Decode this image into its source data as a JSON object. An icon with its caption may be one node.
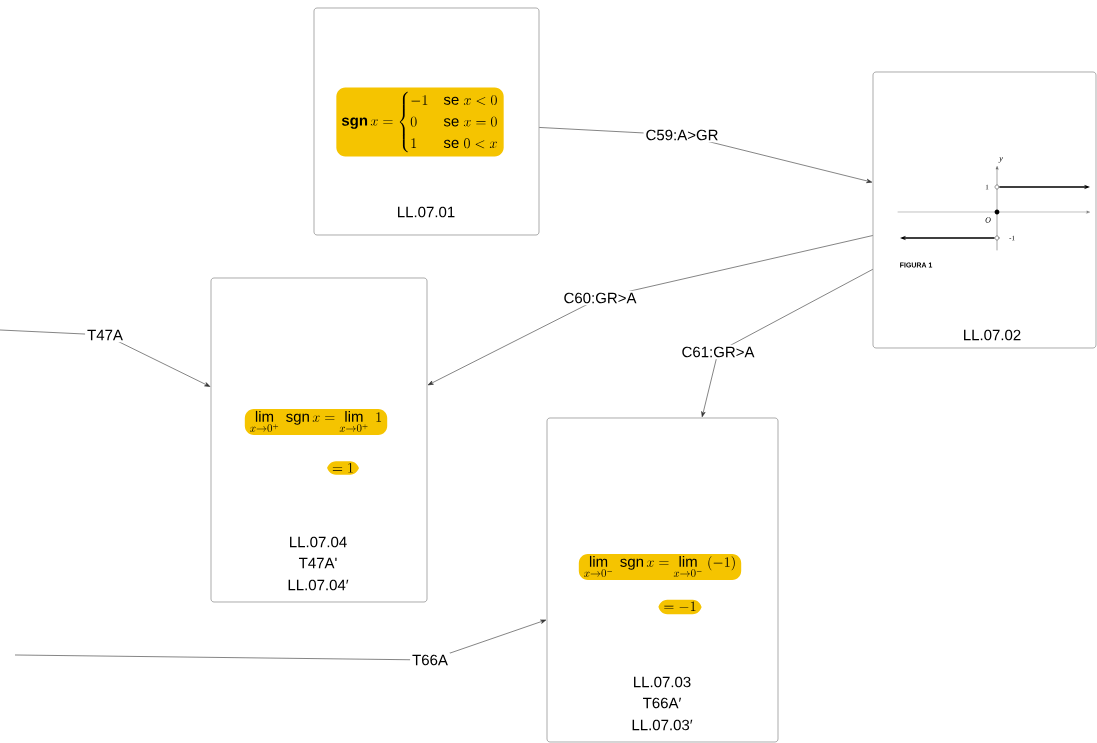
{
  "diagram": {
    "nodes": [
      {
        "text": [
          "\\mathbf{sgn}\\,x=\\begin{cases}-1 & \\mathrm{se}\\ x<0\\\\ 0 & \\mathrm{se}\\ x=0\\\\ 1 & \\mathrm{se}\\ 0<x\\end{cases}",
          "LL.07.01"
        ]
      },
      {
        "text": [
          "FIGURA 1",
          "LL.07.02"
        ]
      },
      {
        "text": [
          "\\lim\\limits_{x\\to0^+}\\ \\mathrm{sgn}\\,x=\\lim\\limits_{x\\to0^+}\\ 1",
          "=1",
          "LL.07.04",
          "T47A'",
          "LL.07.04′"
        ]
      },
      {
        "text": [
          "\\lim\\limits_{x\\to0^-}\\ \\mathrm{sgn}\\,x=\\lim\\limits_{x\\to0^-}\\ (-1)",
          "=-1",
          "LL.07.03",
          "T66A′",
          "LL.07.03′"
        ]
      }
    ],
    "edges": [
      {
        "from": 0,
        "to": 1,
        "arrow": "to",
        "label": "C59:A>GR"
      },
      {
        "from": 1,
        "to": 2,
        "arrow": "to",
        "label": "C60:GR>A"
      },
      {
        "from": 1,
        "to": 3,
        "arrow": "to",
        "label": "C61:GR>A"
      },
      {
        "from": null,
        "to": 2,
        "arrow": "to",
        "label": "T47A"
      },
      {
        "from": null,
        "to": 3,
        "arrow": "to",
        "label": "T66A"
      }
    ],
    "labels": [
      "y",
      "1",
      "O",
      "-1"
    ]
  }
}
